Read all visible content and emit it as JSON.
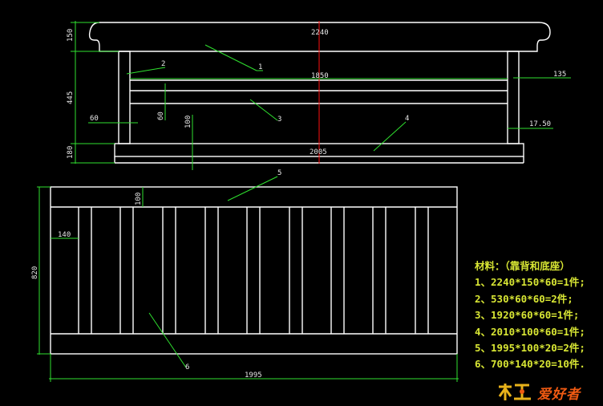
{
  "dimensions": {
    "top_width": "2240",
    "top_height": "150",
    "inner_width": "1850",
    "side_height": "445",
    "post_width": "60",
    "rail_height": "60",
    "gap_100": "100",
    "right_135": "135",
    "right_1750": "17.50",
    "base_height": "180",
    "base_width": "2005",
    "panel_rail": "100",
    "slat_spacing": "140",
    "panel_height": "820",
    "panel_width": "1995"
  },
  "part_labels": [
    "1",
    "2",
    "3",
    "4",
    "5",
    "6"
  ],
  "materials": {
    "title": "材料：（靠背和底座）",
    "items": [
      "1、2240*150*60=1件;",
      "2、530*60*60=2件;",
      "3、1920*60*60=1件;",
      "4、2010*100*60=1件;",
      "5、1995*100*20=2件;",
      "6、700*140*20=10件."
    ]
  },
  "logo": {
    "text": "爱好者",
    "mark": "木工"
  },
  "colors": {
    "outline": "#ffffff",
    "dimension": "#2fe02f",
    "centerline": "#ff1010",
    "notes": "#d8e634",
    "logo": "#f05a12"
  }
}
